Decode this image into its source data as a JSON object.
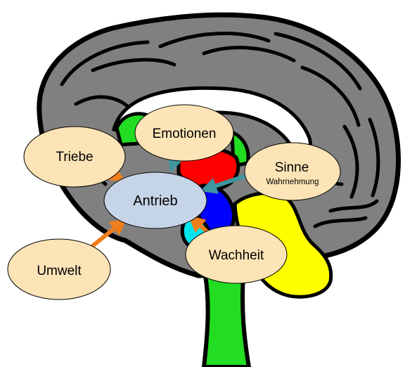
{
  "diagram": {
    "center": {
      "label": "Antrieb"
    },
    "influences": [
      {
        "id": "triebe",
        "label": "Triebe"
      },
      {
        "id": "emotionen",
        "label": "Emotionen"
      },
      {
        "id": "sinne",
        "label": "Sinne",
        "sublabel": "Wahrnehmung"
      },
      {
        "id": "umwelt",
        "label": "Umwelt"
      },
      {
        "id": "wachheit",
        "label": "Wachheit"
      }
    ],
    "colors": {
      "cortex": "#808080",
      "sulci": "#000000",
      "limbic": "#22dd22",
      "red_region": "#ff0000",
      "blue_region": "#0000ff",
      "yellow_region": "#ffff00",
      "cyan_region": "#00e5ee",
      "brainstem": "#22dd22",
      "node_fill": "#fde4b6",
      "center_fill": "#c6d4e8",
      "arrow_orange": "#f07e1c",
      "arrow_teal": "#3f969f"
    }
  }
}
